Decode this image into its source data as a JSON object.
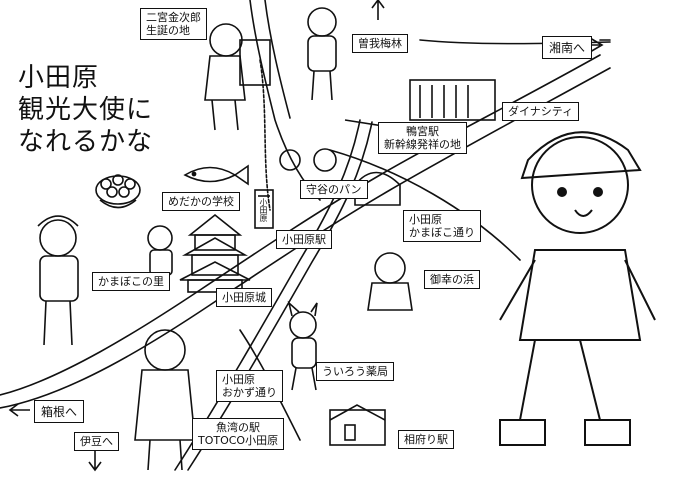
{
  "title": {
    "lines": [
      "小田原",
      "観光大使に",
      "なれるかな"
    ]
  },
  "labels": {
    "ninomiya": [
      "二宮金次郎",
      "生誕の地"
    ],
    "bairin": "曽我梅林",
    "shonan": "湘南へ",
    "daina": "ダイナシティ",
    "kamonomiya": [
      "鴨宮駅",
      "新幹線発祥の地"
    ],
    "moriya": "守谷のパン",
    "medaka": "めだかの学校",
    "odawara_station": "小田原駅",
    "kamaboko_dori": [
      "小田原",
      "かまぼこ通り"
    ],
    "kamaboko_sato": "かまぼこの里",
    "miyuki": "御幸の浜",
    "castle": "小田原城",
    "uirou": "ういろう薬局",
    "okazu": [
      "小田原",
      "おかず通り"
    ],
    "hakone": "箱根へ",
    "izu": "伊豆へ",
    "uoko": [
      "魚湾の駅",
      "TOTOCO小田原"
    ],
    "kozu": "相府り駅",
    "station_sign": "小田原"
  }
}
